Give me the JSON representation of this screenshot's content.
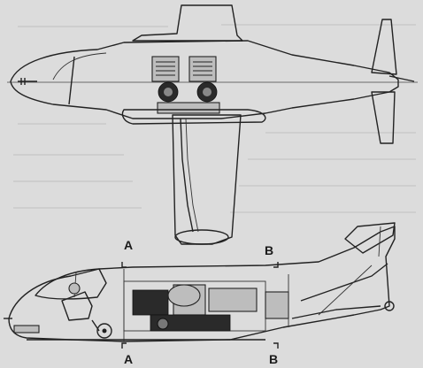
{
  "figure": {
    "background": "#dcdcdc",
    "ink": "#222222",
    "views": [
      {
        "name": "top-view",
        "description_visible": false
      },
      {
        "name": "side-section-view",
        "description_visible": false
      }
    ],
    "section_labels": {
      "a_top": "A",
      "b_top": "B",
      "a_bottom": "A",
      "b_bottom": "B"
    }
  }
}
